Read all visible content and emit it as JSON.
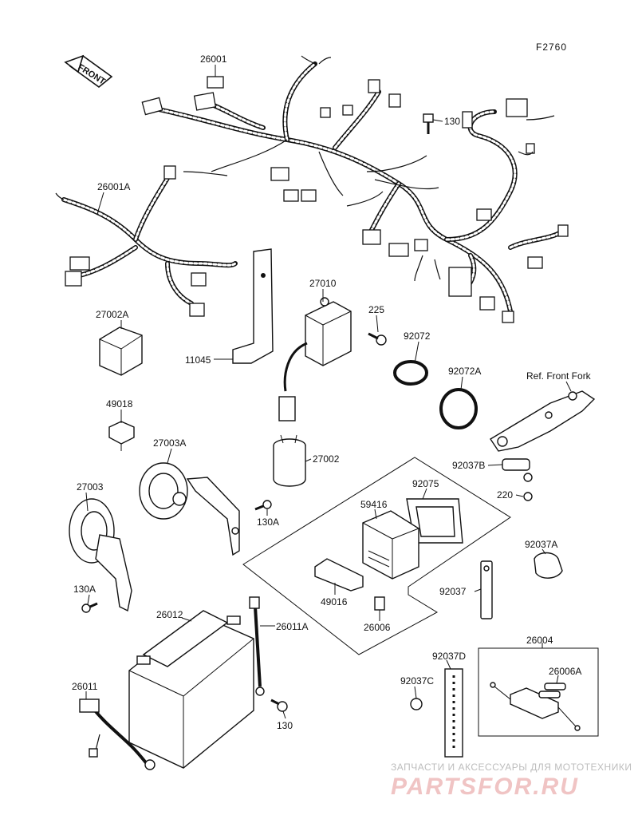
{
  "figure_code": "F2760",
  "front_arrow": "FRONT",
  "labels": {
    "p26001": "26001",
    "p26001A": "26001A",
    "p130_top": "130",
    "p27010": "27010",
    "p27002A": "27002A",
    "p225": "225",
    "p92072": "92072",
    "p11045": "11045",
    "p92072A": "92072A",
    "ref_front_fork": "Ref. Front Fork",
    "p49018": "49018",
    "p27003A": "27003A",
    "p27002": "27002",
    "p92037B": "92037B",
    "p27003": "27003",
    "p92075": "92075",
    "p220": "220",
    "p59416": "59416",
    "p130A_mid": "130A",
    "p92037A": "92037A",
    "p130A_left": "130A",
    "p92037": "92037",
    "p49016": "49016",
    "p26006": "26006",
    "p26012": "26012",
    "p26011A": "26011A",
    "p26004": "26004",
    "p92037D": "92037D",
    "p26006A": "26006A",
    "p92037C": "92037C",
    "p26011": "26011",
    "p130_bottom": "130"
  },
  "watermark": {
    "line1": "ЗАПЧАСТИ И АКСЕССУАРЫ ДЛЯ МОТОТЕХНИКИ",
    "line2": "PARTSFOR.RU"
  }
}
